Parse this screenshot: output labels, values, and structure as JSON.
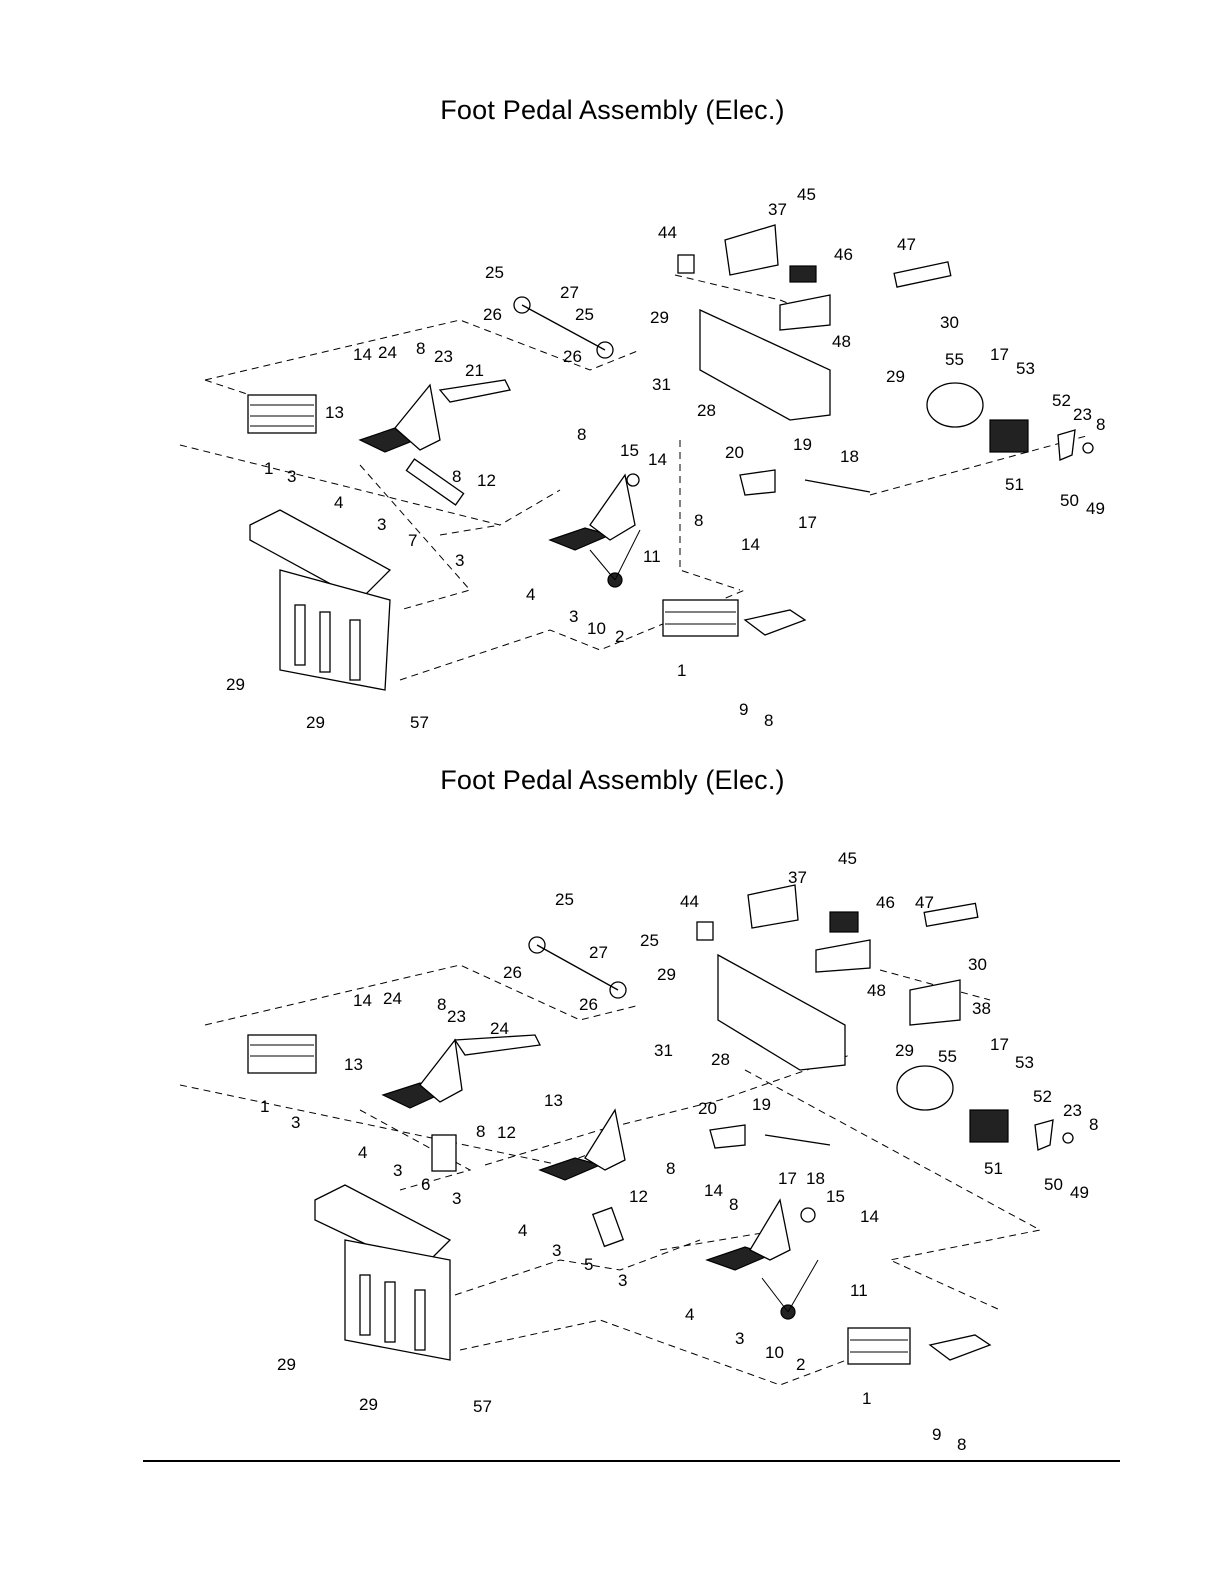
{
  "titles": {
    "top": "Foot Pedal Assembly (Elec.)",
    "bottom": "Foot Pedal Assembly (Elec.)"
  },
  "diagrams": {
    "top": {
      "callouts": [
        "45",
        "37",
        "44",
        "46",
        "47",
        "25",
        "27",
        "26",
        "25",
        "29",
        "30",
        "48",
        "26",
        "31",
        "28",
        "55",
        "17",
        "53",
        "29",
        "14",
        "24",
        "8",
        "23",
        "21",
        "52",
        "23",
        "8",
        "13",
        "51",
        "50",
        "49",
        "1",
        "3",
        "8",
        "12",
        "4",
        "8",
        "15",
        "14",
        "20",
        "19",
        "18",
        "3",
        "7",
        "3",
        "8",
        "17",
        "14",
        "11",
        "4",
        "3",
        "10",
        "2",
        "1",
        "9",
        "8",
        "29",
        "29",
        "57"
      ]
    },
    "bottom": {
      "callouts": [
        "45",
        "37",
        "44",
        "46",
        "47",
        "25",
        "25",
        "27",
        "26",
        "29",
        "30",
        "26",
        "48",
        "38",
        "31",
        "28",
        "29",
        "14",
        "24",
        "8",
        "23",
        "24",
        "55",
        "17",
        "53",
        "13",
        "52",
        "23",
        "8",
        "1",
        "3",
        "8",
        "12",
        "13",
        "20",
        "19",
        "51",
        "50",
        "49",
        "4",
        "3",
        "6",
        "3",
        "8",
        "17",
        "18",
        "14",
        "8",
        "15",
        "14",
        "12",
        "4",
        "3",
        "5",
        "3",
        "4",
        "11",
        "3",
        "10",
        "2",
        "1",
        "9",
        "8",
        "29",
        "29",
        "57"
      ]
    }
  }
}
